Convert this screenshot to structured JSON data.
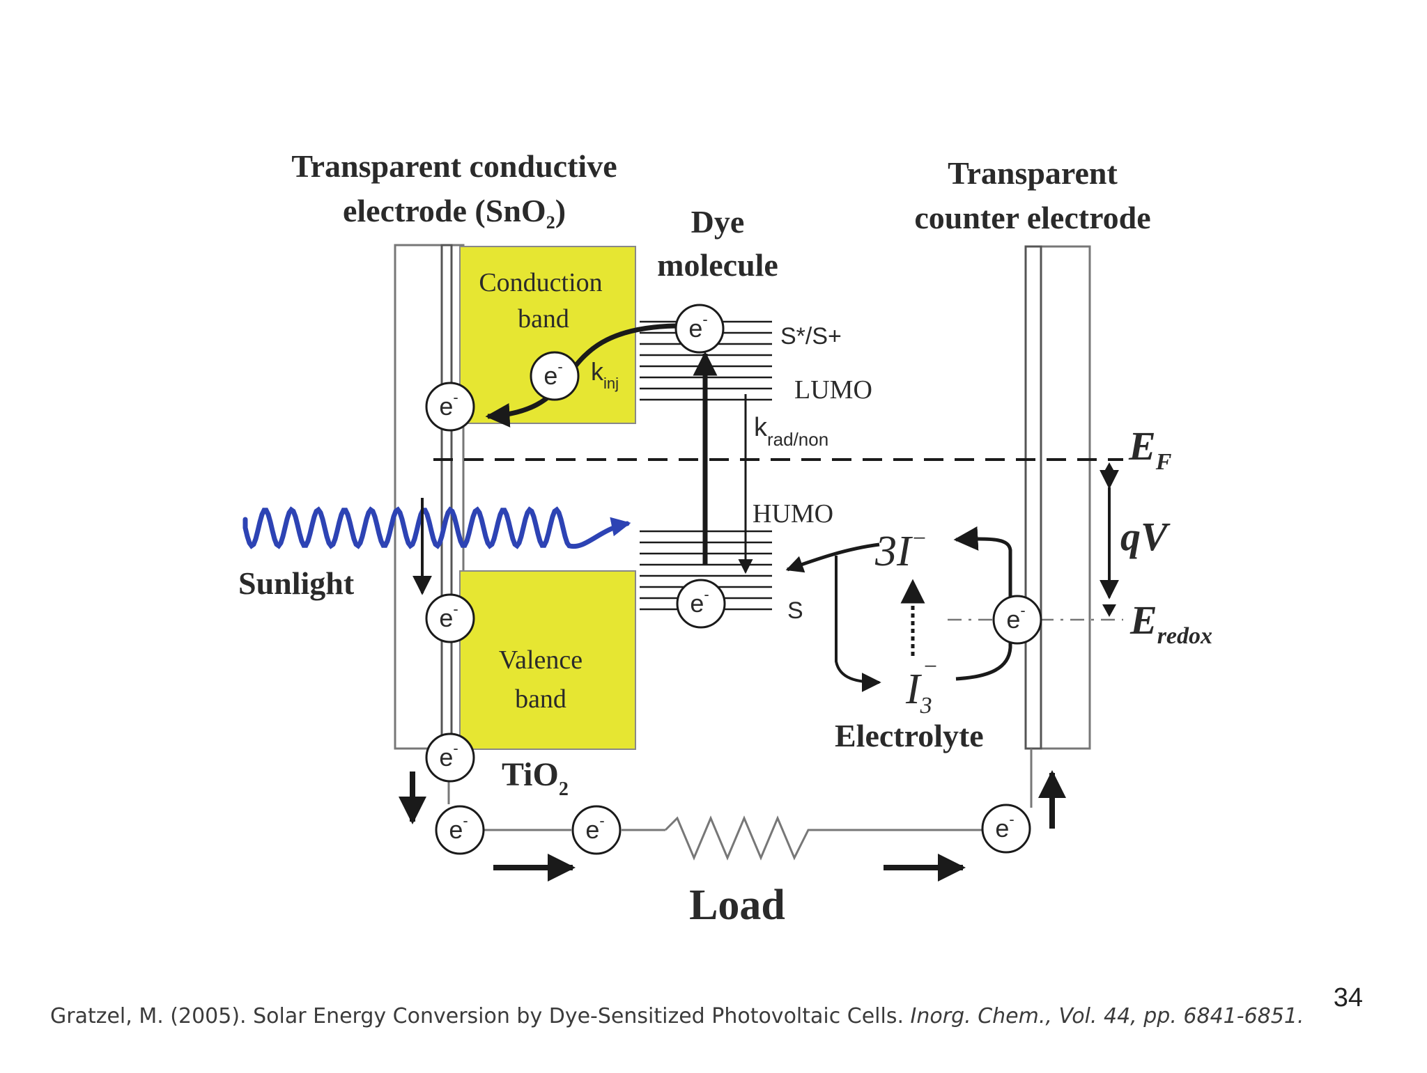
{
  "diagram": {
    "labels": {
      "tco_line1": "Transparent conductive",
      "tco_line2": "electrode (SnO",
      "tco_sub": "2",
      "tco_close": ")",
      "dye_line1": "Dye",
      "dye_line2": "molecule",
      "counter_line1": "Transparent",
      "counter_line2": "counter electrode",
      "conduction_line1": "Conduction",
      "conduction_line2": "band",
      "valence_line1": "Valence",
      "valence_line2": "band",
      "tio2": "TiO",
      "tio2_sub": "2",
      "s_star": "S*/S+",
      "lumo": "LUMO",
      "homo": "HUMO",
      "s": "S",
      "kinj": "k",
      "kinj_sub": "inj",
      "krad": "k",
      "krad_sub": "rad/non",
      "ef": "E",
      "ef_sub": "F",
      "qv": "qV",
      "eredox": "E",
      "eredox_sub": "redox",
      "iodide": "3I",
      "iodide_sup": "−",
      "triiodide": "I",
      "triiodide_sub": "3",
      "triiodide_sup": "−",
      "electrolyte": "Electrolyte",
      "sunlight": "Sunlight",
      "load": "Load",
      "electron": "e",
      "electron_sup": "-"
    },
    "colors": {
      "band_fill": "#e6e632",
      "sunlight_wave": "#2d43b4",
      "line": "#1a1a1a"
    }
  },
  "citation": {
    "plain": "Gratzel, M. (2005). Solar Energy Conversion by Dye-Sensitized Photovoltaic Cells. ",
    "italic": "Inorg. Chem., Vol. 44, pp. 6841-6851."
  },
  "page_number": "34"
}
